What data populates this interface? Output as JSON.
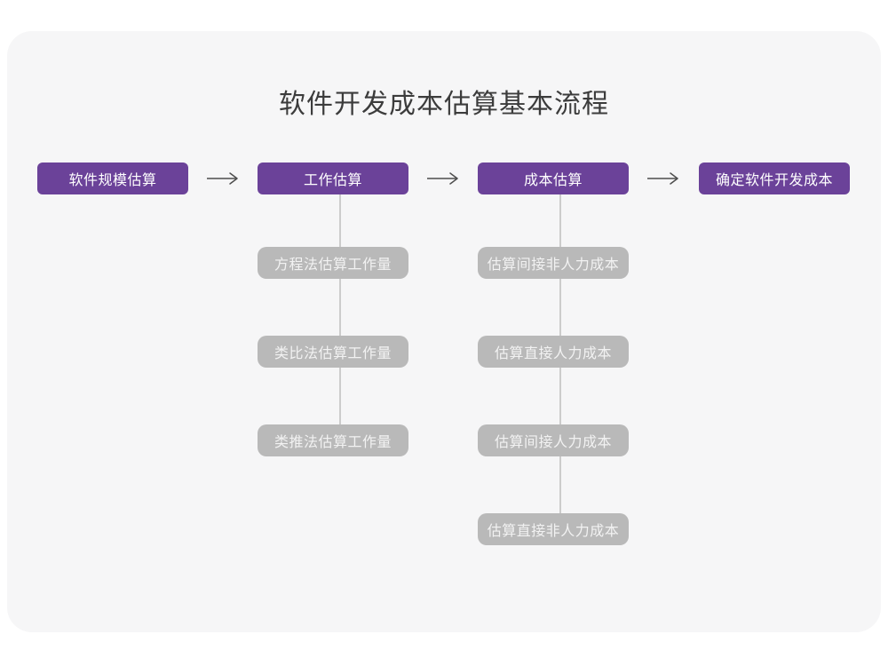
{
  "title": "软件开发成本估算基本流程",
  "colors": {
    "page_bg": "#ffffff",
    "card_bg": "#f6f6f7",
    "primary": "#6b4299",
    "primary_text": "#ffffff",
    "secondary": "#b9b9b9",
    "secondary_text": "#f2f2f2",
    "connector": "#cccccc",
    "arrow": "#4d4d4d",
    "title_text": "#3c3c3c"
  },
  "flow": {
    "main_steps": [
      {
        "label": "软件规模估算"
      },
      {
        "label": "工作估算"
      },
      {
        "label": "成本估算"
      },
      {
        "label": "确定软件开发成本"
      }
    ],
    "work_substeps": [
      "方程法估算工作量",
      "类比法估算工作量",
      "类推法估算工作量"
    ],
    "cost_substeps": [
      "估算间接非人力成本",
      "估算直接人力成本",
      "估算间接人力成本",
      "估算直接非人力成本"
    ]
  }
}
